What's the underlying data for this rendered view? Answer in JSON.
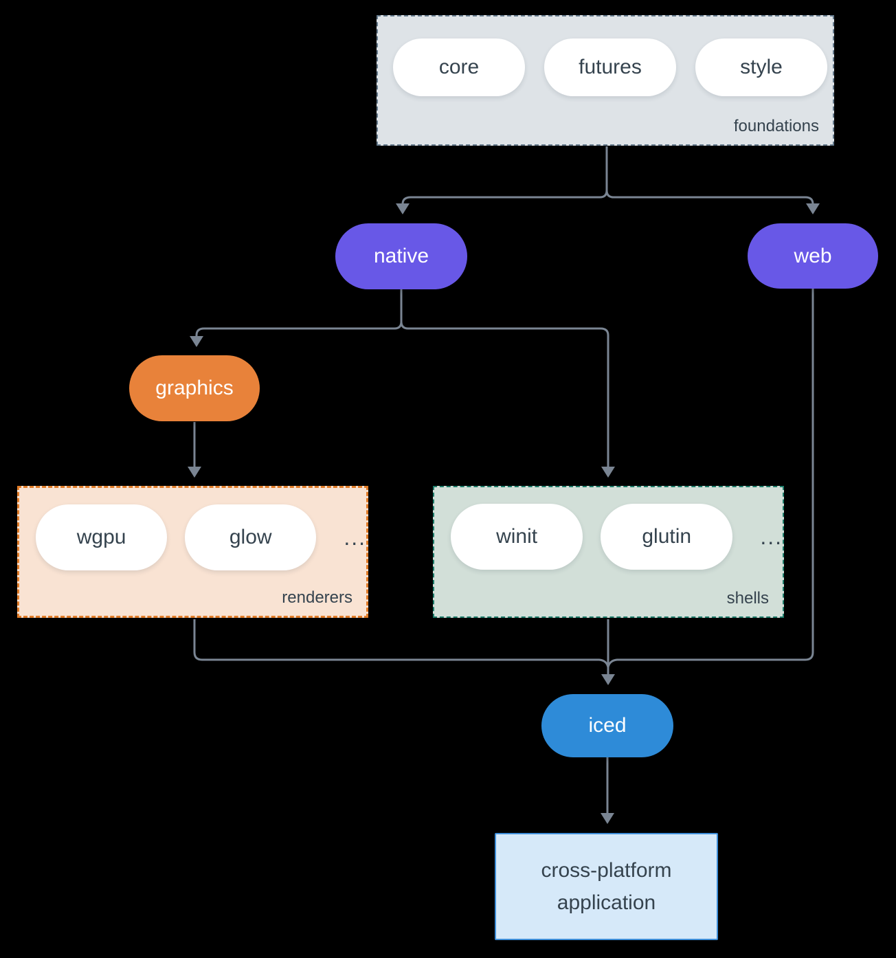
{
  "colors": {
    "background": "#000000",
    "connector": "#7a8593",
    "text_dark": "#35434e",
    "node_text_light": "#ffffff",
    "pill_fill": "#ffffff",
    "foundations_fill": "#dee3e7",
    "foundations_border": "#657a8c",
    "renderers_fill": "#f9e3d3",
    "renderers_border": "#e17c28",
    "shells_fill": "#d2dfd8",
    "shells_border": "#1e7c6a",
    "native_fill": "#6858e7",
    "web_fill": "#6858e7",
    "graphics_fill": "#e8823a",
    "iced_fill": "#2e8bd8",
    "app_fill": "#d6e9f9",
    "app_border": "#3e8ed9"
  },
  "diagram": {
    "foundations": {
      "label": "foundations",
      "items": [
        "core",
        "futures",
        "style"
      ]
    },
    "native": {
      "label": "native"
    },
    "web": {
      "label": "web"
    },
    "graphics": {
      "label": "graphics"
    },
    "renderers": {
      "label": "renderers",
      "items": [
        "wgpu",
        "glow"
      ],
      "more": "..."
    },
    "shells": {
      "label": "shells",
      "items": [
        "winit",
        "glutin"
      ],
      "more": "..."
    },
    "iced": {
      "label": "iced"
    },
    "application": {
      "label": "cross-platform application"
    }
  }
}
